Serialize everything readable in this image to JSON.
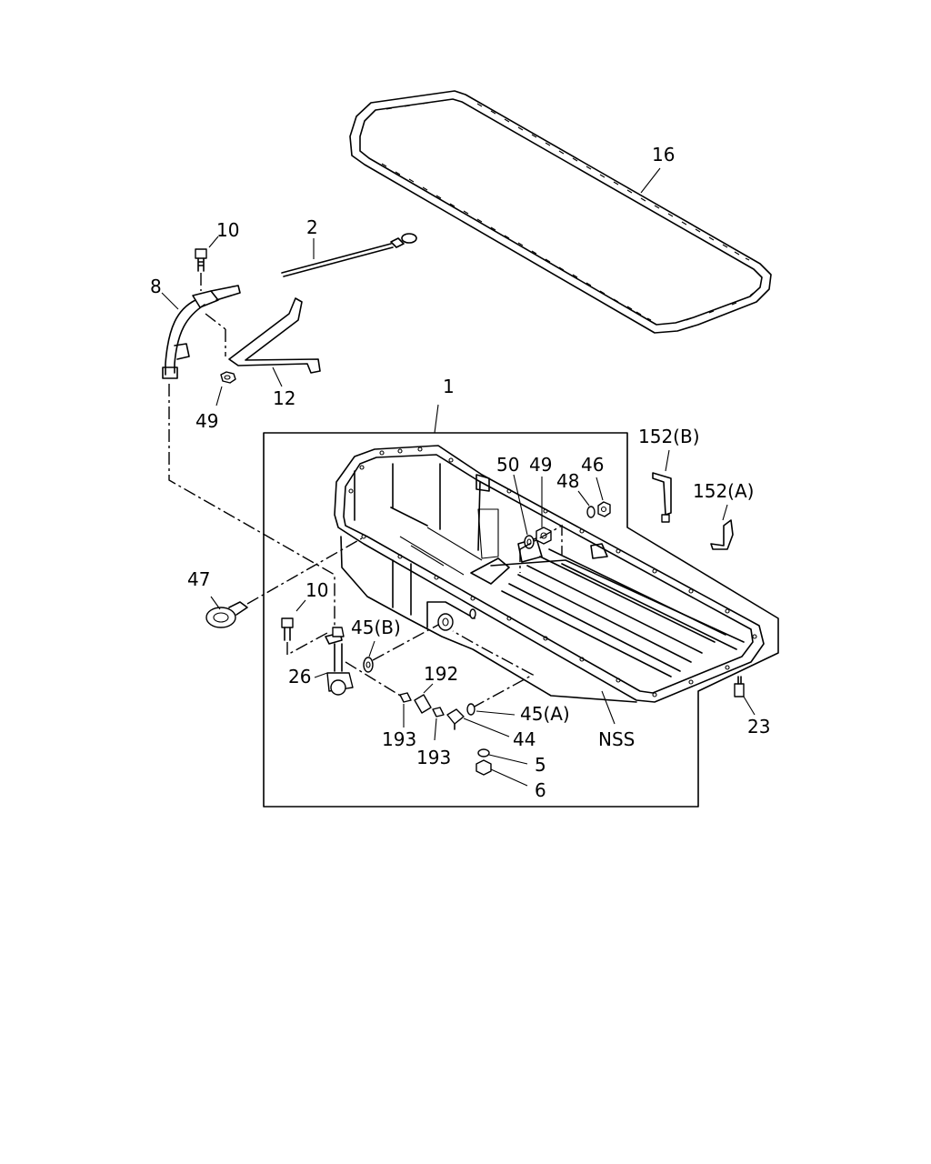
{
  "callouts": {
    "p1": "1",
    "p2": "2",
    "p5": "5",
    "p6": "6",
    "p8": "8",
    "p10_top": "10",
    "p10_mid": "10",
    "p12": "12",
    "p16": "16",
    "p23": "23",
    "p26": "26",
    "p44": "44",
    "p45a": "45(A)",
    "p45b": "45(B)",
    "p46": "46",
    "p47": "47",
    "p48": "48",
    "p49_left": "49",
    "p49_right": "49",
    "p50": "50",
    "p152a": "152(A)",
    "p152b": "152(B)",
    "p192": "192",
    "p193_left": "193",
    "p193_right": "193",
    "nss": "NSS"
  }
}
